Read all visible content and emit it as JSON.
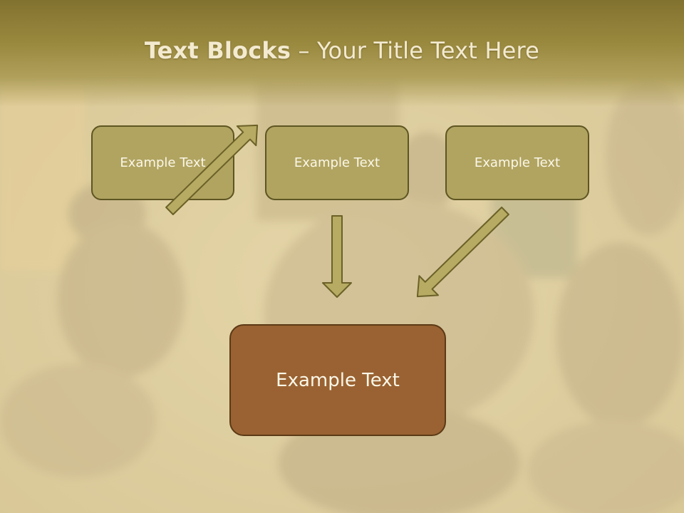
{
  "slide": {
    "title_bold": "Text Blocks",
    "title_rest": " – Your Title Text Here"
  },
  "blocks": {
    "top": [
      "Example Text",
      "Example Text",
      "Example Text"
    ],
    "bottom": "Example Text"
  },
  "colors": {
    "title_band": "#8f7f36",
    "top_box_fill": "#b1a461",
    "top_box_border": "#5e5522",
    "bottom_box_fill": "#9a6232",
    "bottom_box_border": "#5b3a16",
    "arrow_fill": "#b7aa62",
    "arrow_stroke": "#6b6128"
  }
}
